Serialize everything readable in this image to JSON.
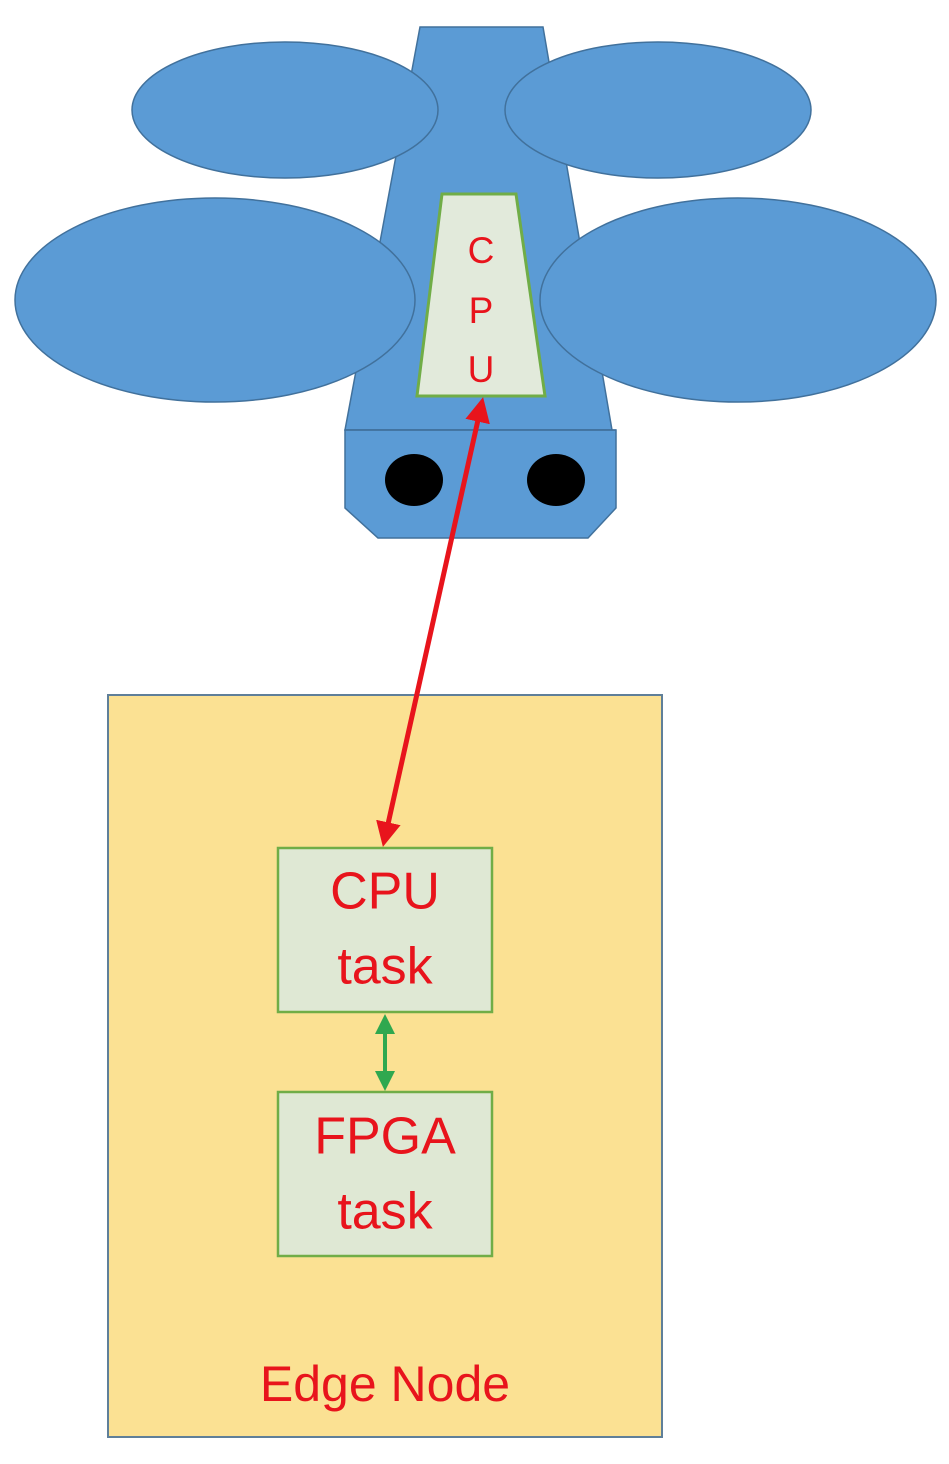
{
  "drone": {
    "cpu_letters": [
      "C",
      "P",
      "U"
    ]
  },
  "edge_node": {
    "label": "Edge Node",
    "cpu_task": {
      "line1": "CPU",
      "line2": "task"
    },
    "fpga_task": {
      "line1": "FPGA",
      "line2": "task"
    }
  },
  "colors": {
    "drone_body": "#5b9bd5",
    "drone_outline": "#41719c",
    "camera_lens": "#000000",
    "cpu_chip_fill": "#e2eadb",
    "cpu_chip_border": "#70ad47",
    "edge_node_fill": "#fbe193",
    "edge_node_border": "#5f7f99",
    "task_box_fill": "#dfe8d4",
    "task_box_border": "#70ad47",
    "label_red": "#e8141c",
    "link_red": "#e8141c",
    "link_green": "#2fa84f"
  }
}
